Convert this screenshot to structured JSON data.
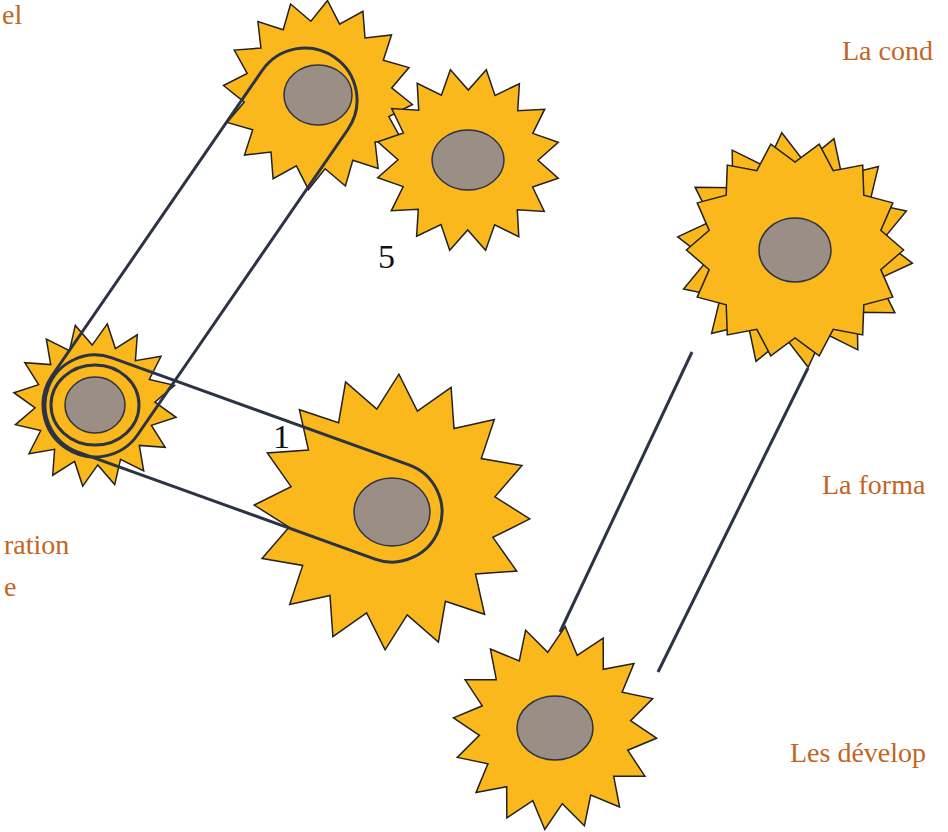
{
  "diagram": {
    "labels": [
      "el",
      "La cond",
      "5",
      "1",
      "La forma",
      "ration",
      "e",
      "Les dévelop"
    ]
  }
}
